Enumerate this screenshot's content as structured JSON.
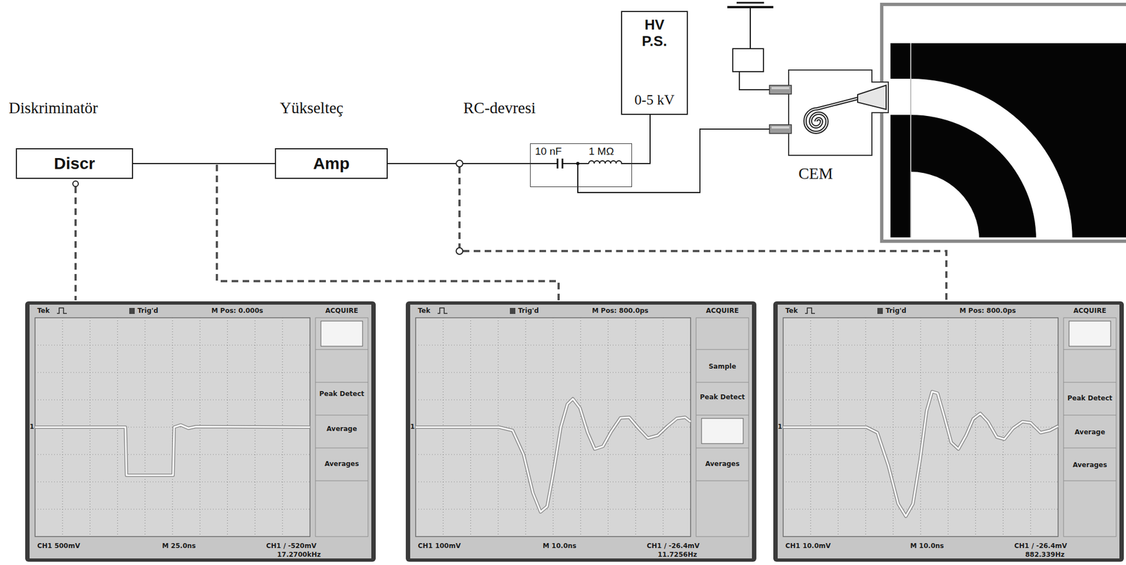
{
  "diagram": {
    "nodes": [
      {
        "text": [
          "Discr"
        ]
      },
      {
        "text": [
          "Amp"
        ]
      },
      {
        "text": [
          "10 nF",
          "1 MΩ"
        ]
      },
      {
        "text": [
          "HV P.S.",
          "0-5 kV"
        ]
      },
      {
        "text": [
          "Tek",
          "Trig'd",
          "M Pos: 0.000s",
          "ACQUIRE",
          "1",
          "Peak Detect",
          "Average",
          "Averages",
          "CH1 500mV",
          "M 25.0ns",
          "CH1 / -520mV",
          "17.2700kHz"
        ]
      },
      {
        "text": [
          "Tek",
          "Trig'd",
          "M Pos: 800.0ps",
          "ACQUIRE",
          "Sample",
          "Peak Detect",
          "1",
          "Averages",
          "CH1 100mV",
          "M 10.0ns",
          "CH1 / -26.4mV",
          "11.7256Hz"
        ]
      },
      {
        "text": [
          "Tek",
          "Trig'd",
          "M Pos: 800.0ps",
          "ACQUIRE",
          "1",
          "Peak Detect",
          "Average",
          "Averages",
          "CH1 10.0mV",
          "M 10.0ns",
          "CH1 / -26.4mV",
          "882.339Hz"
        ]
      }
    ],
    "edges": [
      {
        "from": 0,
        "to": 1,
        "arrow": "none"
      },
      {
        "from": 1,
        "to": 2,
        "arrow": "none"
      },
      {
        "from": 2,
        "to": 3,
        "arrow": "none"
      }
    ],
    "labels": [
      "Diskriminatör",
      "Yükselteç",
      "RC-devresi",
      "CEM"
    ]
  }
}
